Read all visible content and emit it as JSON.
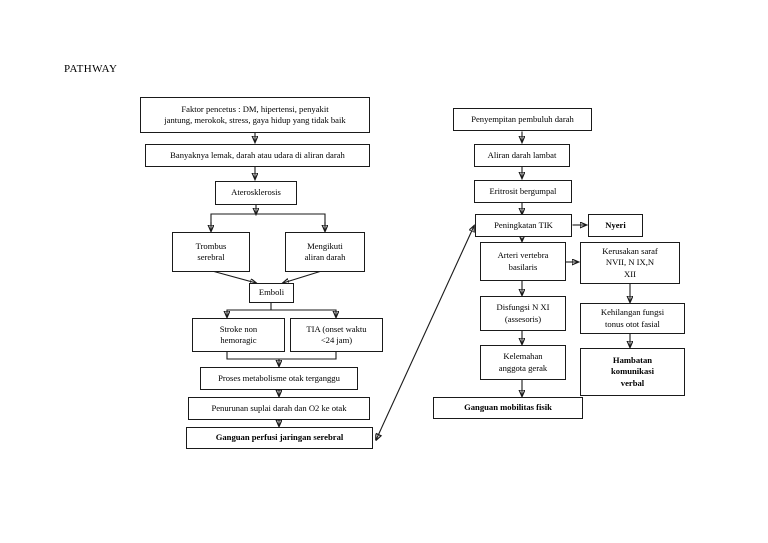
{
  "page": {
    "title_label": "PATHWAY",
    "background_color": "#ffffff",
    "line_color": "#1a1a1a"
  },
  "nodes": {
    "faktor_pencetus": "Faktor pencetus : DM, hipertensi, penyakit\njantung, merokok, stress, gaya hidup yang tidak baik",
    "banyaknya_lemak": "Banyaknya lemak, darah atau udara di aliran darah",
    "aterosklerosis": "Aterosklerosis",
    "trombus_serebral": "Trombus\nserebral",
    "mengikuti_aliran_darah": "Mengikuti\naliran darah",
    "emboli": "Emboli",
    "stroke_non_hemoragic": "Stroke non\nhemoragic",
    "tia": "TIA (onset waktu\n<24 jam)",
    "proses_metabolisme": "Proses metabolisme otak terganggu",
    "penurunan_suplai": "Penurunan suplai darah dan O2 ke otak",
    "ganguan_perfusi": "Ganguan perfusi jaringan serebral",
    "penyempitan_pembuluh": "Penyempitan pembuluh darah",
    "aliran_darah_lambat": "Aliran darah lambat",
    "eritrosit_bergumpal": "Eritrosit bergumpal",
    "peningkatan_tik": "Peningkatan TIK",
    "nyeri": "Nyeri",
    "arteri_vertebra": "Arteri vertebra\nbasilaris",
    "kerusakan_saraf": "Kerusakan saraf\nNVII, N IX,N\nXII",
    "disfungsi_n_xi": "Disfungsi N XI\n(assesoris)",
    "kehilangan_fungsi": "Kehilangan fungsi\ntonus otot fasial",
    "kelemahan_anggota": "Kelemahan\nanggota gerak",
    "hambatan_komunikasi": "Hambatan\nkomunikasi\nverbal",
    "ganguan_mobilitas": "Ganguan mobilitas fisik"
  }
}
